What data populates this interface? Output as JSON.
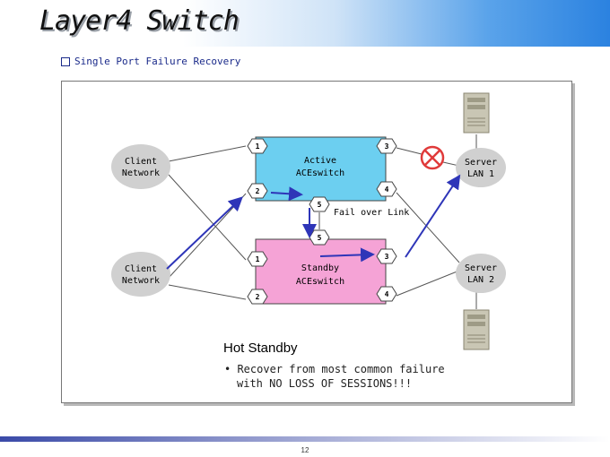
{
  "header": {
    "title": "Layer4 Switch"
  },
  "subtitle": "Single Port Failure Recovery",
  "diagram": {
    "clients": [
      {
        "line1": "Client",
        "line2": "Network"
      },
      {
        "line1": "Client",
        "line2": "Network"
      }
    ],
    "servers": [
      {
        "line1": "Server",
        "line2": "LAN 1"
      },
      {
        "line1": "Server",
        "line2": "LAN 2"
      }
    ],
    "active_switch": {
      "line1": "Active",
      "line2": "ACEswitch",
      "color": "#6ccff0"
    },
    "standby_switch": {
      "line1": "Standby",
      "line2": "ACEswitch",
      "color": "#f5a3d6"
    },
    "ports": {
      "active": [
        "1",
        "2",
        "3",
        "4",
        "5"
      ],
      "standby": [
        "1",
        "2",
        "3",
        "4",
        "5"
      ]
    },
    "failover_label": "Fail over Link",
    "note_title": "Hot Standby",
    "note_bullet_line1": "• Recover from most common failure",
    "note_bullet_line2": "with NO LOSS OF SESSIONS!!!",
    "colors": {
      "arrow": "#2e35b8",
      "fail": "#e03a3a"
    }
  },
  "footer": {
    "page_number": "12"
  }
}
